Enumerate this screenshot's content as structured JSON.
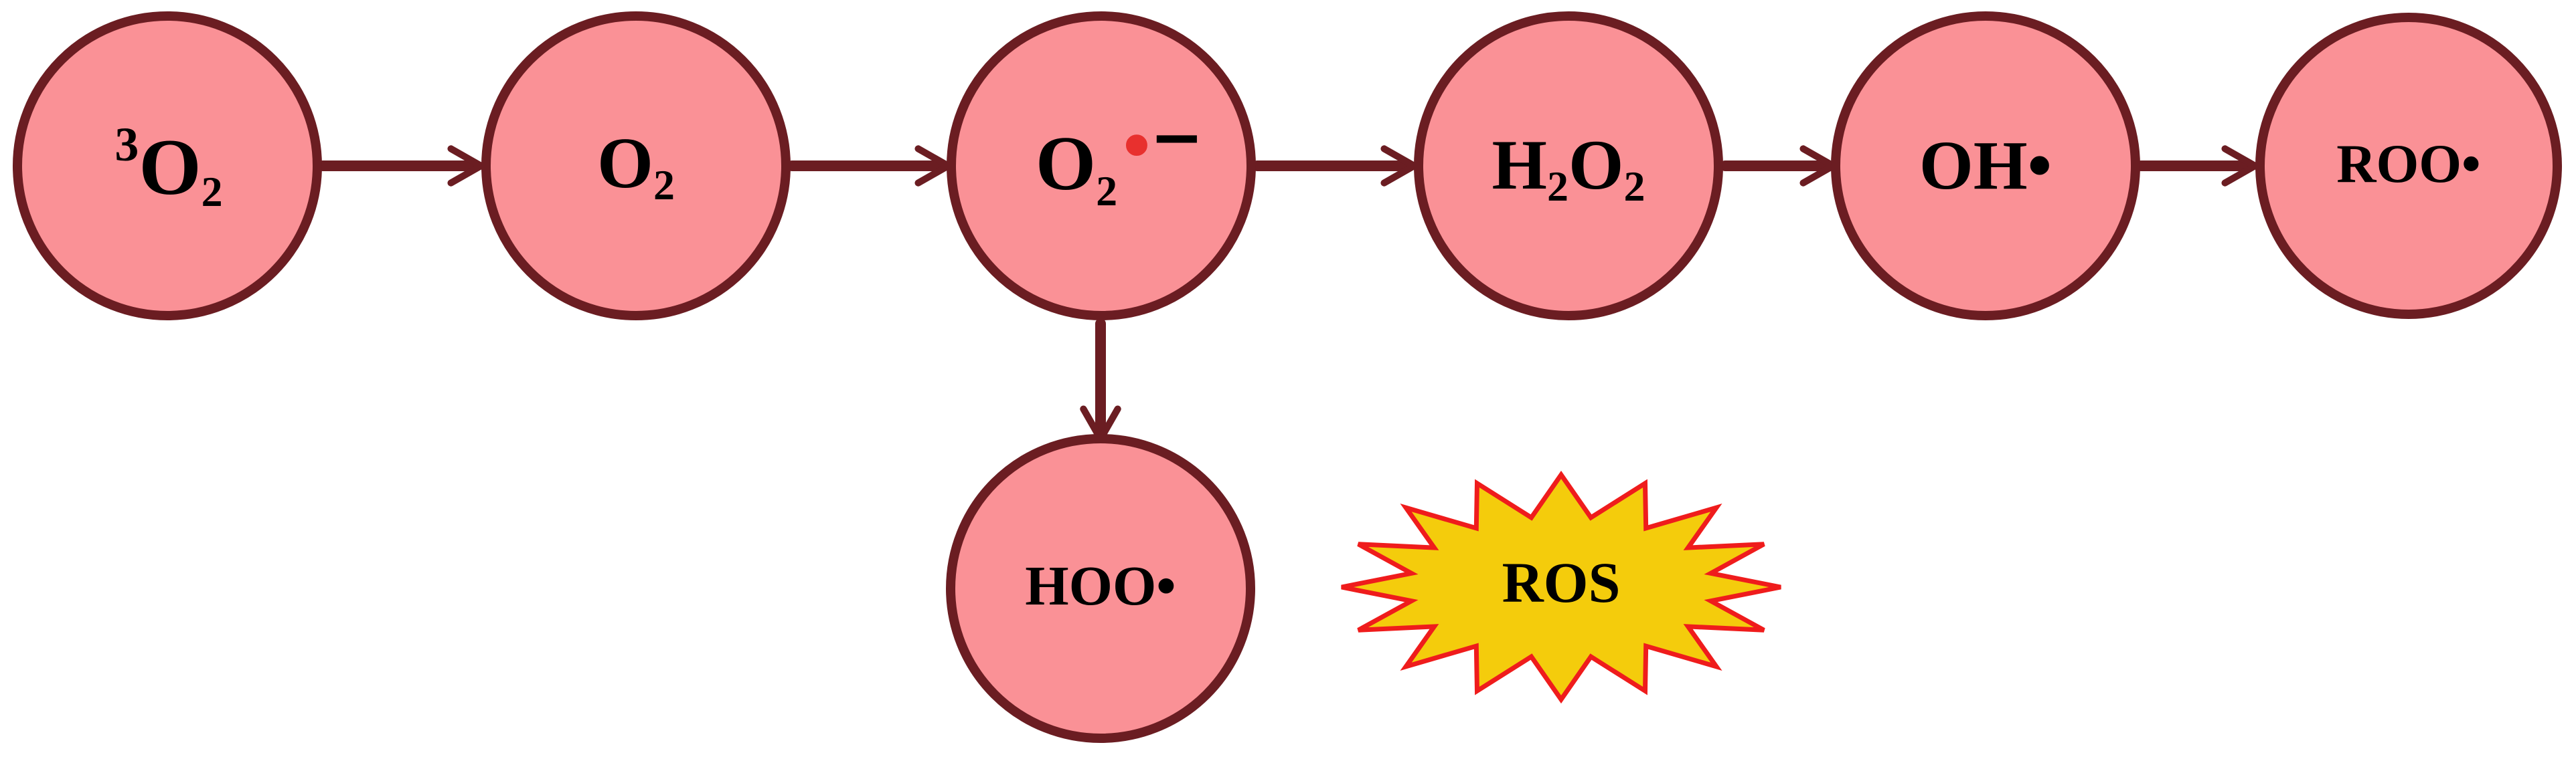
{
  "colors": {
    "node_fill": "#fa9196",
    "node_stroke": "#6b1d22",
    "arrow": "#6b1d22",
    "radical_dot": "#e8302e",
    "burst_fill": "#f4cc0c",
    "burst_stroke": "#ef1c1c",
    "text": "#000000"
  },
  "nodes": {
    "triplet_oxygen": {
      "sup": "3",
      "base": "O",
      "sub": "2"
    },
    "oxygen": {
      "base": "O",
      "sub": "2"
    },
    "superoxide": {
      "base": "O",
      "sub": "2",
      "radical_symbol": "•",
      "charge": "−"
    },
    "hydrogen_peroxide": {
      "h": "H",
      "h_sub": "2",
      "o": "O",
      "o_sub": "2"
    },
    "hydroxyl_radical": {
      "label": "OH•"
    },
    "peroxyl_radical": {
      "label": "ROO•"
    },
    "hydroperoxyl_radical": {
      "label": "HOO•"
    }
  },
  "burst": {
    "label": "ROS"
  }
}
